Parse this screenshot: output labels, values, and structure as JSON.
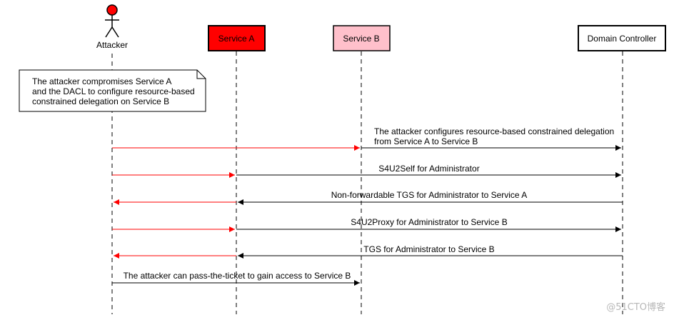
{
  "participants": {
    "attacker": {
      "label": "Attacker",
      "color": "#ff0000"
    },
    "service_a": {
      "label": "Service A",
      "fill": "#ff0000"
    },
    "service_b": {
      "label": "Service B",
      "fill": "#ffc0cb"
    },
    "domain_controller": {
      "label": "Domain Controller",
      "fill": "#ffffff"
    }
  },
  "note": {
    "lines": [
      "The attacker compromises Service A",
      "and the DACL to configure resource-based",
      "constrained delegation on Service B"
    ]
  },
  "messages": [
    {
      "lines": [
        "The attacker configures resource-based constrained delegation",
        "from Service A to Service B"
      ]
    },
    {
      "lines": [
        "S4U2Self for Administrator"
      ]
    },
    {
      "lines": [
        "Non-forwardable TGS for Administrator to Service A"
      ]
    },
    {
      "lines": [
        "S4U2Proxy for Administrator to Service B"
      ]
    },
    {
      "lines": [
        "TGS for Administrator to Service B"
      ]
    },
    {
      "lines": [
        "The attacker can pass-the-ticket to gain access to Service B"
      ]
    }
  ],
  "colors": {
    "attack_arrow": "#ff0000",
    "normal_arrow": "#000000"
  },
  "watermark": "@51CTO博客"
}
